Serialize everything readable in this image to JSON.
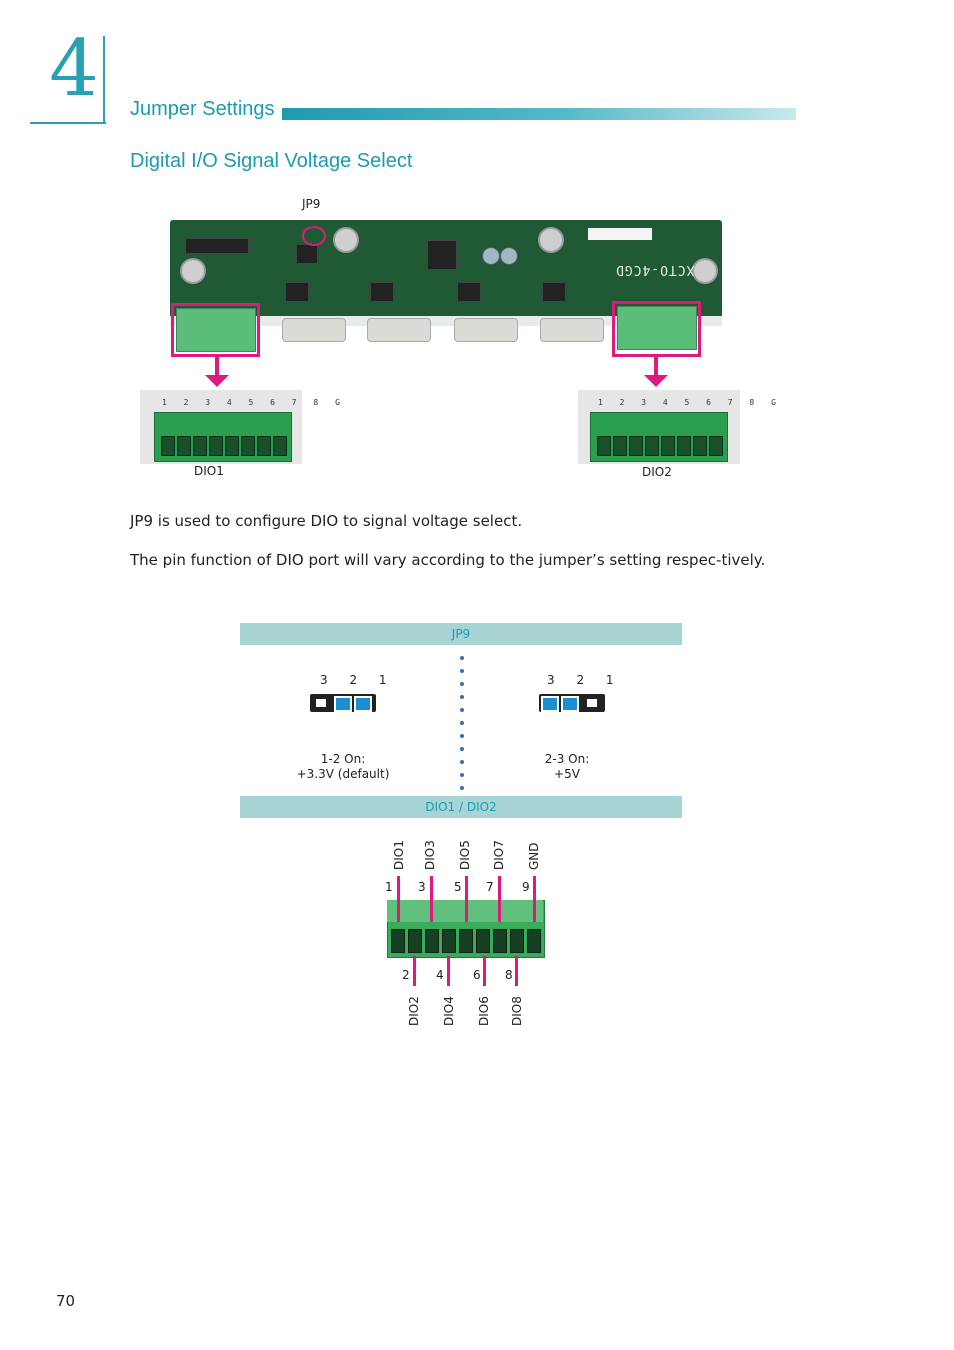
{
  "chapter": {
    "number": "4",
    "section": "Jumper Settings"
  },
  "subsection": "Digital I/O Signal Voltage Select",
  "figure": {
    "jp9_callout": "JP9",
    "board_silkscreen": "XCTO-4CGD",
    "connector_pin_labels": "1 2 3 4 5 6 7 8 G",
    "dio1_label": "DIO1",
    "dio2_label": "DIO2"
  },
  "paragraphs": {
    "p1": "JP9 is used to configure DIO to signal voltage select.",
    "p2": "The pin function of DIO port will vary according to the jumper’s setting respec-tively."
  },
  "table": {
    "header": "JP9",
    "left_pins": "3 2 1",
    "right_pins": "3 2 1",
    "left_line1": "1-2 On:",
    "left_line2": "+3.3V (default)",
    "right_line1": "2-3 On:",
    "right_line2": "+5V",
    "footer_band": "DIO1 / DIO2"
  },
  "pinout": {
    "top_labels": [
      "DIO1",
      "DIO3",
      "DIO5",
      "DIO7",
      "GND"
    ],
    "top_numbers": [
      "1",
      "3",
      "5",
      "7",
      "9"
    ],
    "bottom_numbers": [
      "2",
      "4",
      "6",
      "8"
    ],
    "bottom_labels": [
      "DIO2",
      "DIO4",
      "DIO6",
      "DIO8"
    ]
  },
  "page_number": "70",
  "colors": {
    "accent": "#1a9bb2",
    "highlight": "#e0197f",
    "band": "#a7d5d5",
    "jumper_cap": "#1a8fd6"
  }
}
